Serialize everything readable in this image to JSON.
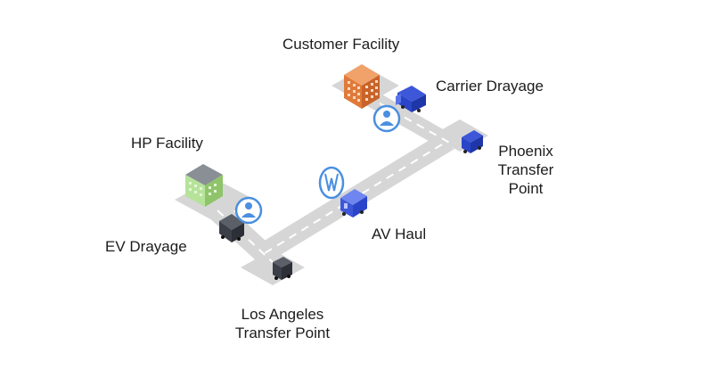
{
  "labels": {
    "customer_facility": "Customer Facility",
    "carrier_drayage": "Carrier Drayage",
    "hp_facility": "HP Facility",
    "phoenix_line1": "Phoenix",
    "phoenix_line2": "Transfer",
    "phoenix_line3": "Point",
    "ev_drayage": "EV Drayage",
    "av_haul": "AV Haul",
    "la_line1": "Los Angeles",
    "la_line2": "Transfer Point"
  },
  "colors": {
    "road": "#d6d6d6",
    "road_edge": "#c6c6c6",
    "dash": "#ffffff",
    "customer_building": "#e07a3a",
    "hp_building": "#9fd27a",
    "marker": "#4a8fe0",
    "truck_blue": "#2b45c8",
    "truck_dark": "#3b3f48"
  },
  "icons": {
    "driver_marker": "person-icon",
    "autonomy_marker": "autonomous-logo-icon"
  }
}
